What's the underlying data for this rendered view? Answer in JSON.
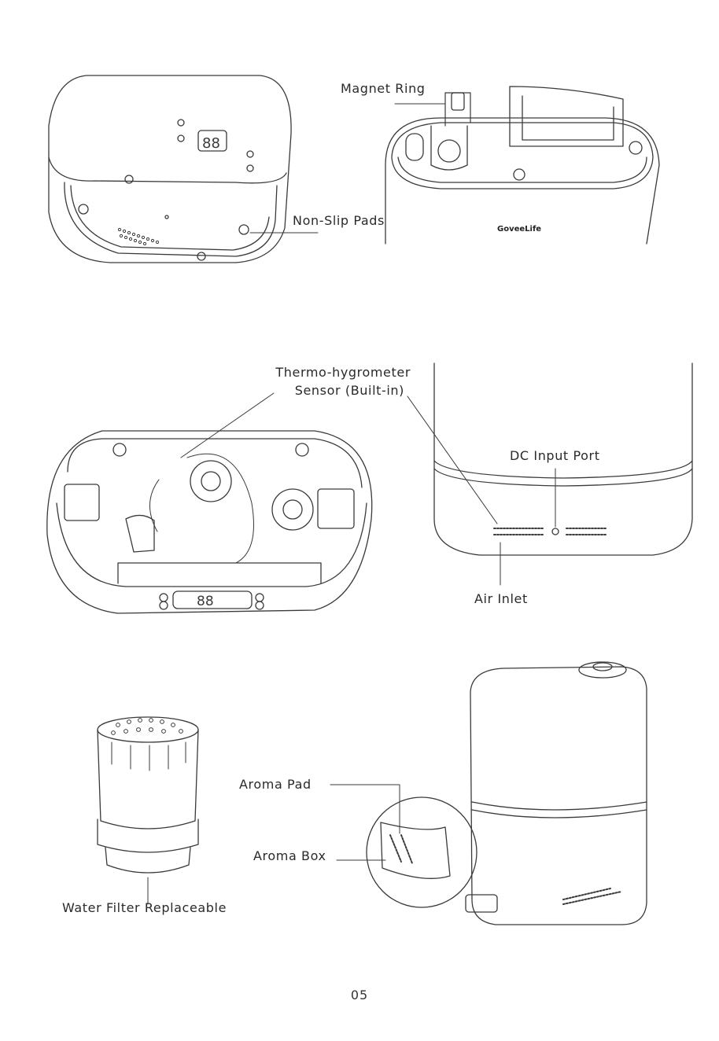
{
  "labels": {
    "magnet_ring": "Magnet Ring",
    "non_slip_pads": "Non-Slip Pads",
    "brand": "GoveeLife",
    "thermo_line1": "Thermo-hygrometer",
    "thermo_line2": "Sensor (Built-in)",
    "dc_input_port": "DC Input Port",
    "air_inlet": "Air Inlet",
    "aroma_pad": "Aroma Pad",
    "aroma_box": "Aroma Box",
    "water_filter": "Water Filter Replaceable",
    "display_digits": "88"
  },
  "page_number": "05",
  "colors": {
    "line": "#3a3a3a",
    "text": "#2a2a2a"
  }
}
